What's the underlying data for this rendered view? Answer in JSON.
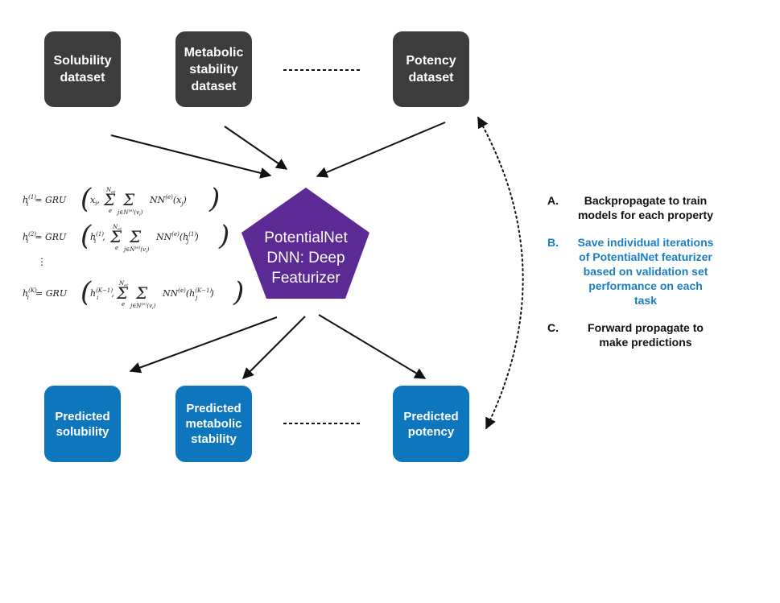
{
  "colors": {
    "dataset_box": "#3c3c3c",
    "prediction_box": "#0e76bd",
    "featurizer": "#5b2a95",
    "highlight_step": "#1a7fc1"
  },
  "datasets": [
    {
      "label": "Solubility\ndataset"
    },
    {
      "label": "Metabolic\nstability\ndataset"
    },
    {
      "label": "Potency\ndataset"
    }
  ],
  "featurizer": {
    "label": "PotentialNet\nDNN: Deep\nFeaturizer"
  },
  "predictions": [
    {
      "label": "Predicted\nsolubility"
    },
    {
      "label": "Predicted\nmetabolic\nstability"
    },
    {
      "label": "Predicted\npotency"
    }
  ],
  "equations": {
    "eq1": "h_i^(1) = GRU( x_i, Σ_e^{N_et} Σ_{j∈N^(e)(v_i)} NN^(e)(x_j) )",
    "eq2": "h_i^(2) = GRU( h_i^(1), Σ_e^{N_et} Σ_{j∈N^(e)(v_i)} NN^(e)(h_j^(1)) )",
    "ellipsis": "⋮",
    "eqK": "h_i^(K) = GRU( h_i^(K−1), Σ_e^{N_et} Σ_{j∈N^(e)(v_i)} NN^(e)(h_j^(K−1)) )"
  },
  "steps": [
    {
      "letter": "A.",
      "text": "Backpropagate to train\nmodels for each property",
      "color": "#111111"
    },
    {
      "letter": "B.",
      "text": "Save individual iterations\nof PotentialNet featurizer\nbased on validation set\nperformance on each\ntask",
      "color": "#1a7fc1"
    },
    {
      "letter": "C.",
      "text": "Forward propagate to\nmake predictions",
      "color": "#111111"
    }
  ]
}
